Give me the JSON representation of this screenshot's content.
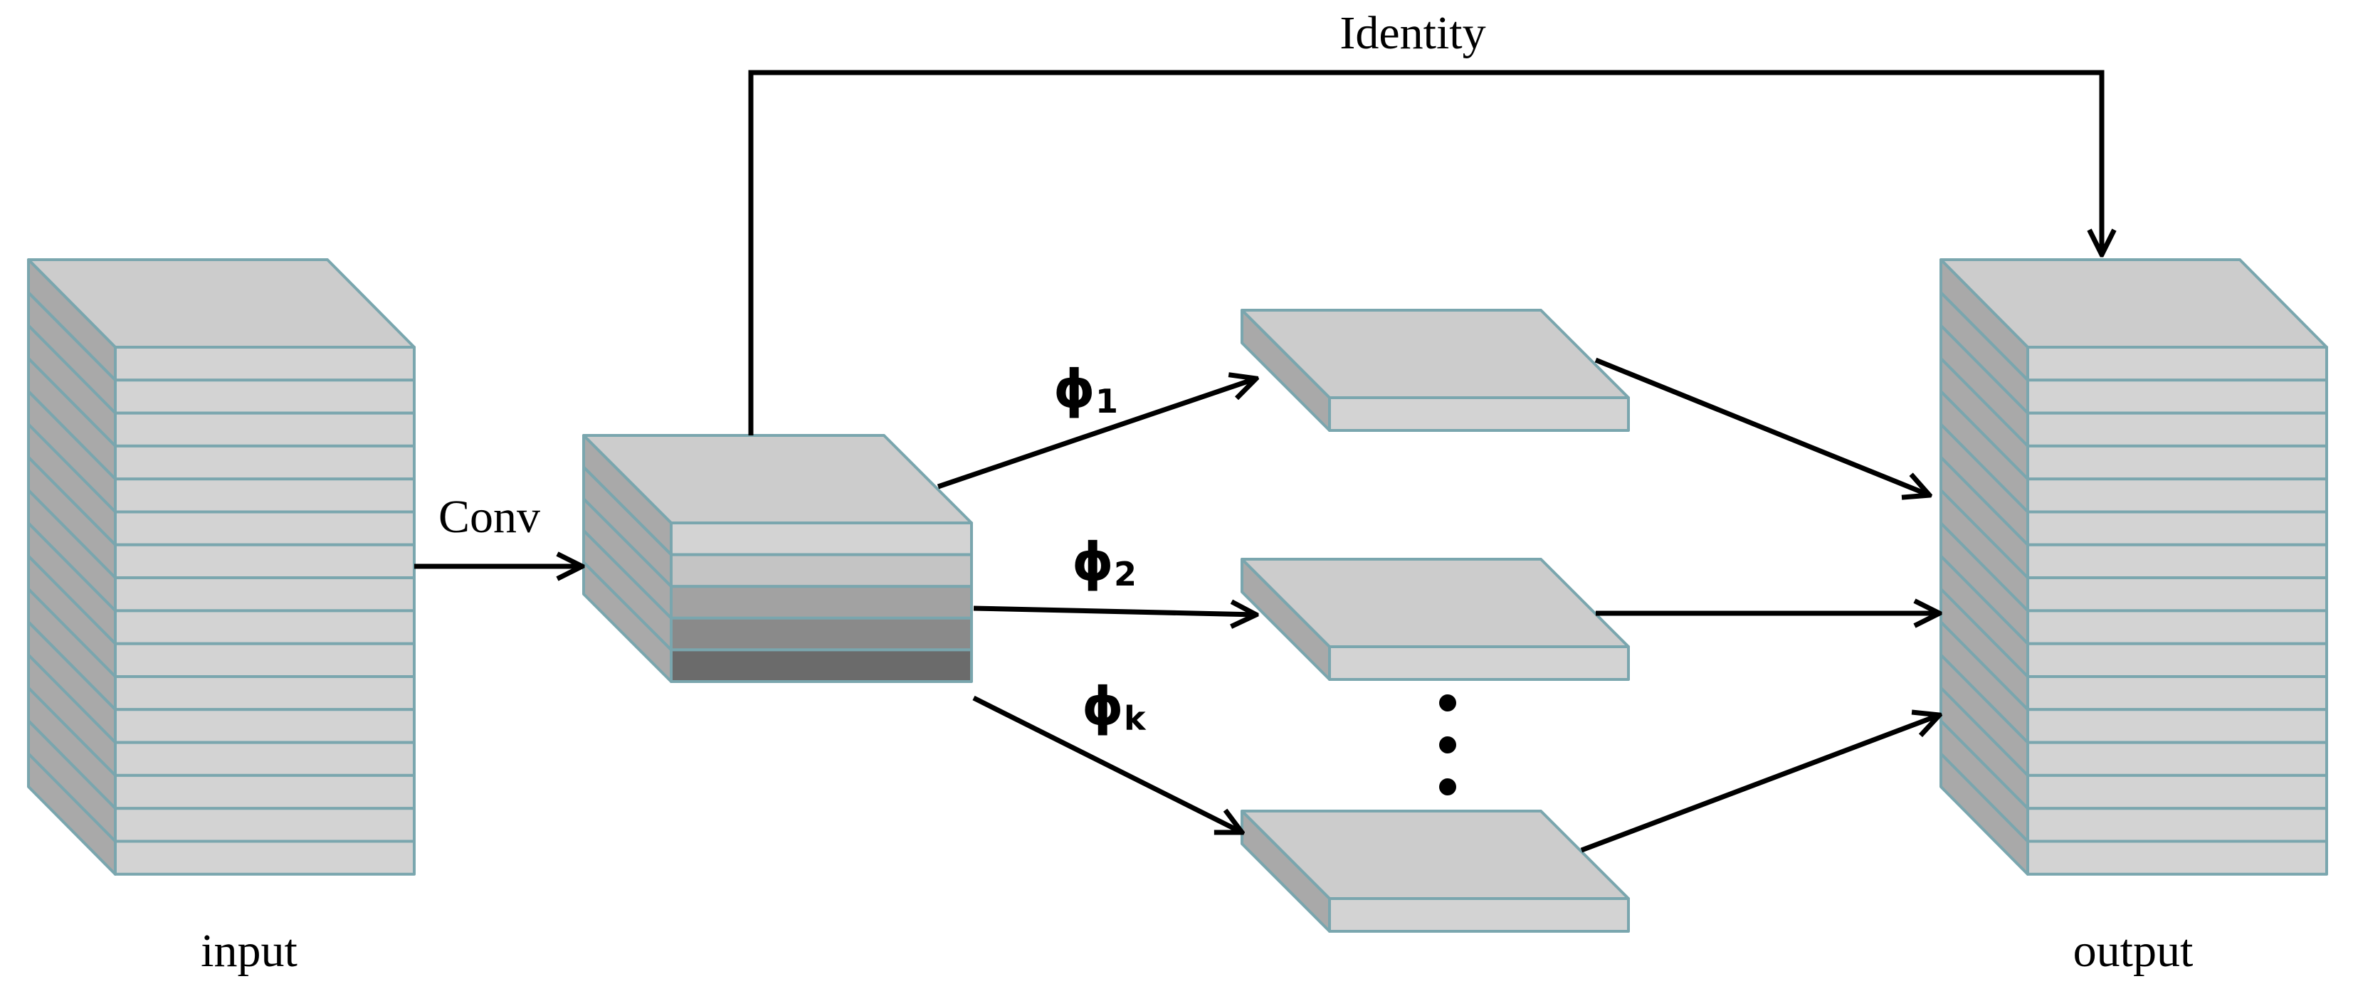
{
  "labels": {
    "identity": "Identity",
    "conv": "Conv",
    "input": "input",
    "output": "output",
    "phi_symbol": "ϕ",
    "phi_1_sub": "1",
    "phi_2_sub": "2",
    "phi_k_sub": "k",
    "ellipsis": "⋮"
  },
  "colors": {
    "top_face": "#cccccc",
    "slab_front": "#d3d3d3",
    "side_face": "#a9a9a9",
    "edge_stroke": "#7aa6ae",
    "conv_gradient": [
      "#d3d3d3",
      "#c4c4c4",
      "#a2a2a2",
      "#8a8a8a",
      "#6b6b6b"
    ],
    "arrow": "#000000"
  },
  "blocks": {
    "input_layers": 16,
    "output_layers": 16,
    "conv_layers": 5,
    "feature_maps": 3
  }
}
